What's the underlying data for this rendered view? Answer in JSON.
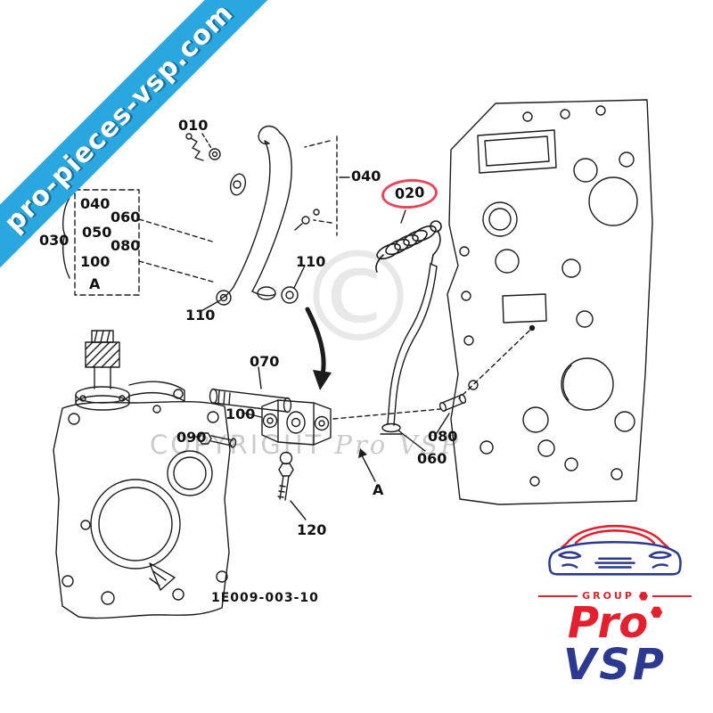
{
  "ribbon": {
    "text": "pro-pieces-vsp.com",
    "color": "#2BA7E0"
  },
  "diagram": {
    "reference": "1E009-003-10",
    "watermark_copyright": "COPYRIGHT",
    "watermark_brand": "Pro VSP",
    "copyright_symbol": "©",
    "highlight_color": "#E8465A",
    "labels": {
      "l010": "010",
      "l040_right": "040",
      "l020": "020",
      "l030": "030",
      "box_040": "040",
      "box_050": "050",
      "box_060": "060",
      "box_080": "080",
      "box_100": "100",
      "box_a": "A",
      "l110_top": "110",
      "l110_left": "110",
      "l070": "070",
      "l100": "100",
      "l090": "090",
      "l080_right": "080",
      "l060": "060",
      "l120": "120",
      "l_a": "A"
    }
  },
  "logo": {
    "group_label": "GROUP",
    "brand_top": "Pro",
    "brand_bottom": "VSP",
    "red": "#E4202E",
    "blue": "#2B3990"
  }
}
